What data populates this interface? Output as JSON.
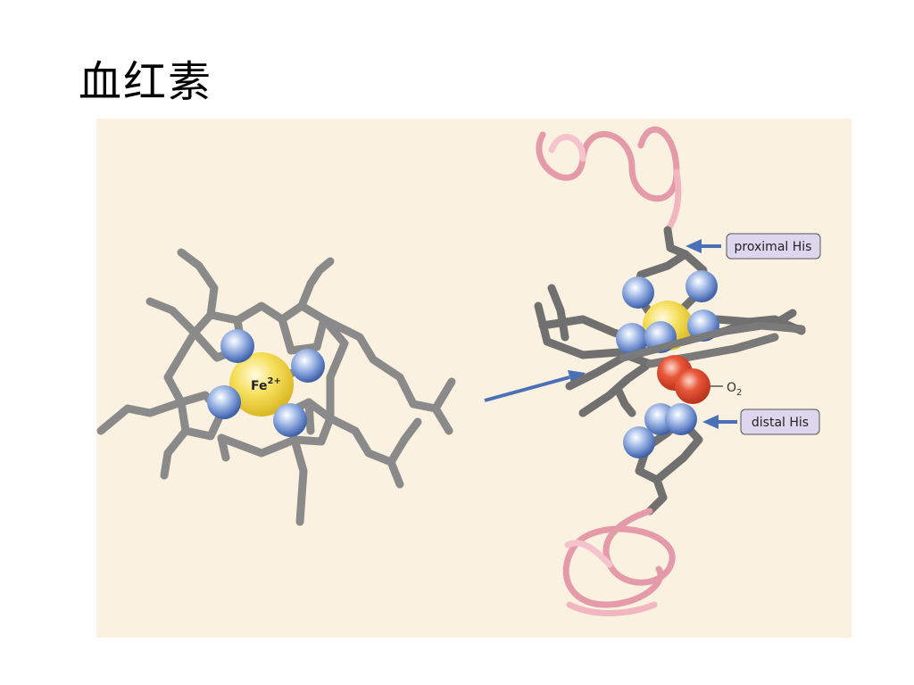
{
  "slide": {
    "title": "血红素"
  },
  "figure": {
    "heme_label": "Fe",
    "heme_charge": "2+",
    "oxygen_label": "O",
    "oxygen_subscript": "2",
    "callouts": {
      "proximal": "proximal His",
      "distal": "distal His"
    }
  },
  "colors": {
    "panel_background": "#fbf1e0",
    "bond": "#8a8a8a",
    "nitrogen": "#6f8fcf",
    "iron": "#f3d33f",
    "oxygen": "#d9432a",
    "helix": "#eea5b2",
    "arrow": "#4a70b8",
    "callout_fill": "#dcd7ef"
  }
}
